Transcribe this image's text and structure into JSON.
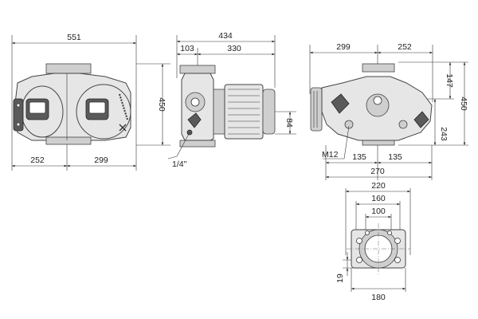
{
  "front_view": {
    "dim_total_width": "551",
    "dim_left_width": "252",
    "dim_right_width": "299",
    "dim_height": "450"
  },
  "side_view": {
    "dim_total_length": "434",
    "dim_flange_offset": "103",
    "dim_motor_length": "330",
    "dim_motor_offset": "84",
    "thread_label": "1/4\""
  },
  "right_view": {
    "dim_left": "299",
    "dim_right": "252",
    "dim_upper_height": "147",
    "dim_total_height": "450",
    "dim_lower_height": "243",
    "bolt_label": "M12",
    "dim_left_foot": "135",
    "dim_right_foot": "135",
    "dim_foot_total": "270"
  },
  "foot_view": {
    "dim_outer_width": "220",
    "dim_mid_width": "160",
    "dim_inner_width": "100",
    "dim_thickness": "19",
    "dim_base_width": "180"
  }
}
